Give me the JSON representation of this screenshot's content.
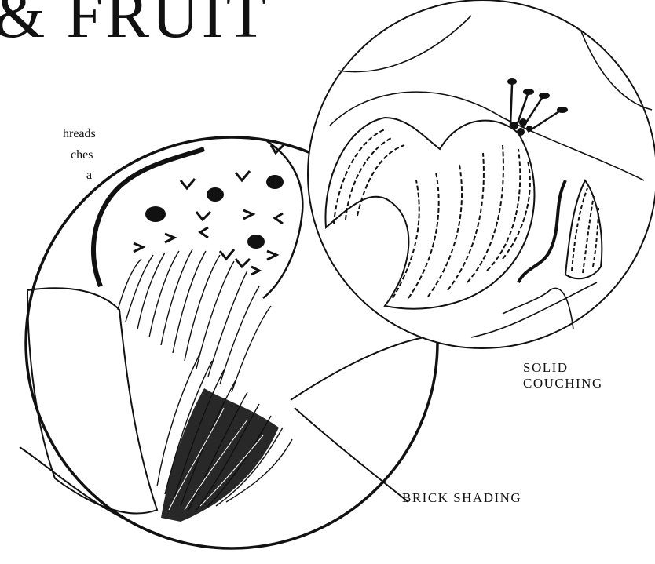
{
  "page": {
    "title": "& FRUIT",
    "fragments": [
      "hreads",
      "ches",
      "a"
    ]
  },
  "captions": {
    "solid_couching_line1": "SOLID",
    "solid_couching_line2": "COUCHING",
    "brick_shading": "BRICK SHADING"
  },
  "illustrations": [
    {
      "name": "brick-shading-circle",
      "subject": "flower petals with brick shading stitches"
    },
    {
      "name": "solid-couching-circle",
      "subject": "pod with stamens worked in solid couching"
    }
  ],
  "colors": {
    "ink": "#111111",
    "paper": "#ffffff"
  }
}
